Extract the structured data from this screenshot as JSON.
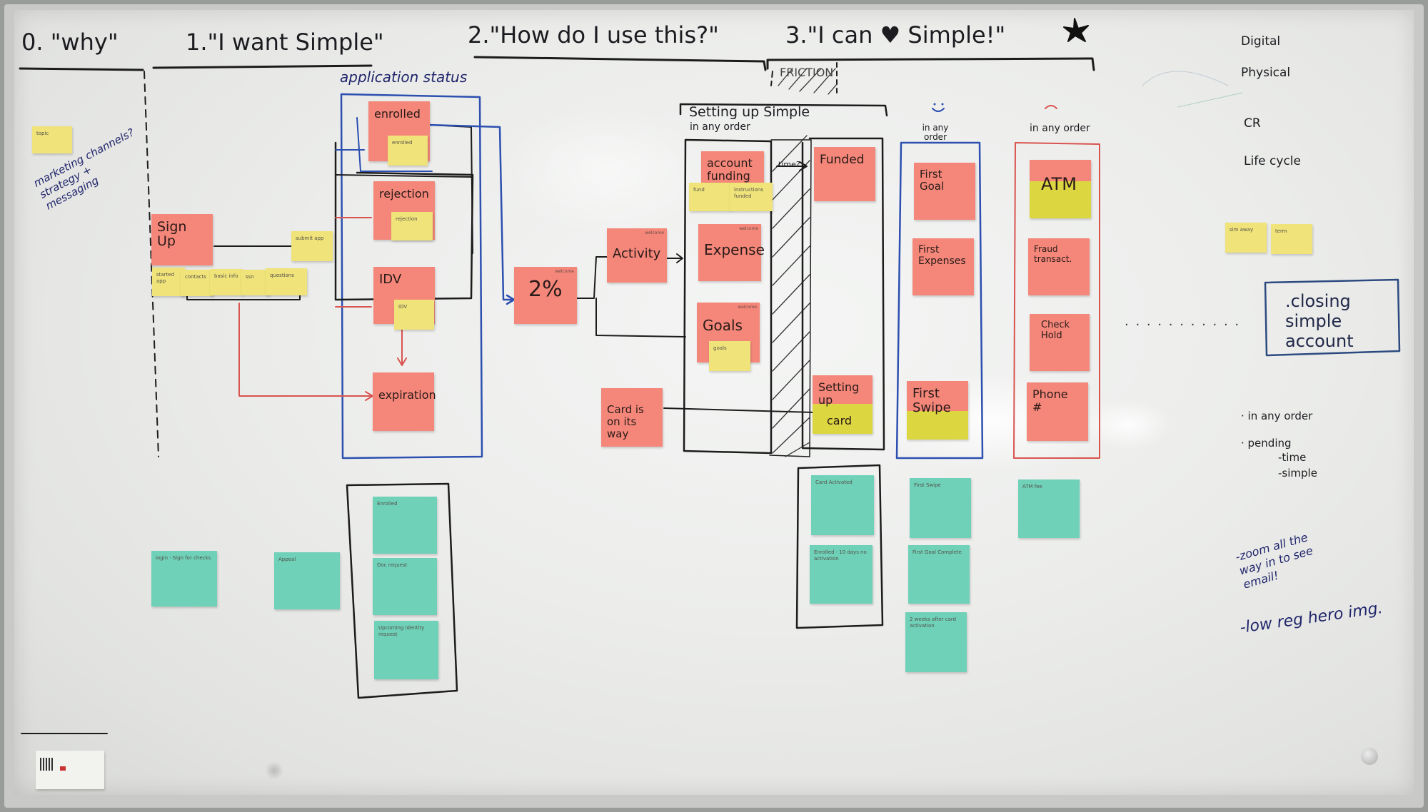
{
  "phases": {
    "p0": "0. \"why\"",
    "p1": "1.\"I want Simple\"",
    "p2": "2.\"How do I use this?\"",
    "p3": "3.\"I can ♥ Simple!\""
  },
  "labels": {
    "application_status": "application status",
    "friction": "FRICTION",
    "setting_up_simple": "Setting up Simple",
    "in_any_order_1": "in any order",
    "in_any_order_2": "in any order",
    "in_any_order_3": "in any order",
    "time": "time?",
    "marketing": "marketing channels? strategy + messaging",
    "closing": ".closing simple account",
    "dots": ". . . . . . . . . . .",
    "right_in_any_order": "· in any order",
    "pending": "· pending",
    "pending_time": "-time",
    "pending_simple": "-simple",
    "zoom": "-zoom all the way in to see email!",
    "low_reg": "-low reg hero img."
  },
  "legend": {
    "digital": "Digital",
    "physical": "Physical",
    "cr": "CR",
    "lifecycle": "Life cycle"
  },
  "notes": {
    "sign_up": "Sign Up",
    "enrolled": "enrolled",
    "rejection": "rejection",
    "idv": "IDV",
    "expiration": "expiration",
    "two_percent": "2%",
    "activity": "Activity",
    "card_on_way": "Card is on its way",
    "account_funding": "account funding",
    "expense": "Expense",
    "goals": "Goals",
    "funded": "Funded",
    "setting_up_card": "Setting up",
    "setting_up_card_2": "card",
    "first_goal": "First Goal",
    "first_expenses": "First Expenses",
    "first_swipe": "First Swipe",
    "atm": "ATM",
    "fraud": "Fraud transact.",
    "check_hold": "Check Hold",
    "phone": "Phone #"
  },
  "colors": {
    "pink": "#f4877a",
    "yellow": "#efe37a",
    "teal": "#6fd1b8",
    "marker_red": "#d9534f",
    "marker_blue": "#2c4fb0",
    "marker_black": "#1c1c1c"
  }
}
